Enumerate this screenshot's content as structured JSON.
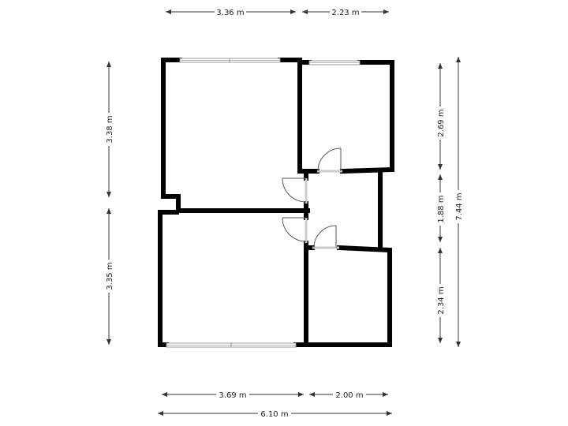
{
  "colors": {
    "wall": "#000000",
    "window": "#b8b8b8",
    "dimension": "#333333",
    "background": "#ffffff"
  },
  "dimensions": {
    "top": [
      "3.36 m",
      "2.23 m"
    ],
    "bottom": [
      "3.69 m",
      "2.00 m"
    ],
    "bottom_total": "6.10 m",
    "left": [
      "3.38 m",
      "3.35 m"
    ],
    "right": [
      "2.69 m",
      "1.88 m",
      "2.34 m"
    ],
    "right_total": "7.44 m"
  }
}
